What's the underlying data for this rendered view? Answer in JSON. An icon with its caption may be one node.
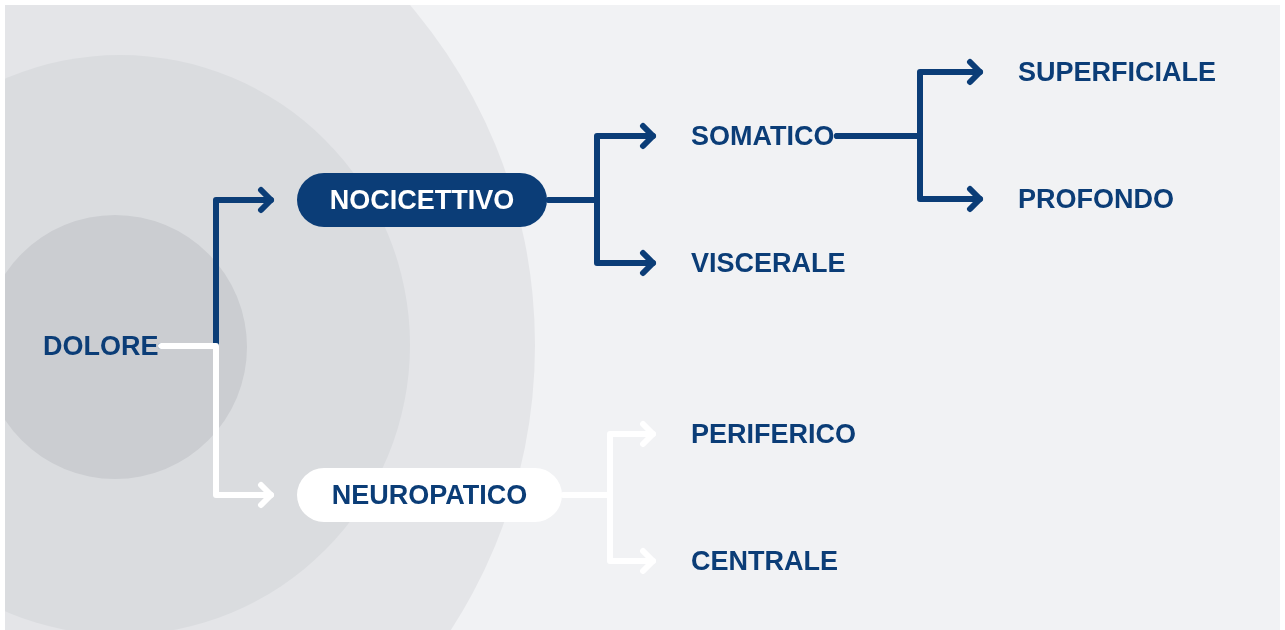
{
  "diagram": {
    "nodes": [
      {
        "text": [
          "DOLORE"
        ]
      },
      {
        "text": [
          "NOCICETTIVO"
        ]
      },
      {
        "text": [
          "NEUROPATICO"
        ]
      },
      {
        "text": [
          "SOMATICO"
        ]
      },
      {
        "text": [
          "VISCERALE"
        ]
      },
      {
        "text": [
          "SUPERFICIALE"
        ]
      },
      {
        "text": [
          "PROFONDO"
        ]
      },
      {
        "text": [
          "PERIFERICO"
        ]
      },
      {
        "text": [
          "CENTRALE"
        ]
      }
    ],
    "edges": [
      {
        "from": 0,
        "to": 1,
        "arrow": "to"
      },
      {
        "from": 0,
        "to": 2,
        "arrow": "to",
        "color": "#ffffff"
      },
      {
        "from": 1,
        "to": 3,
        "arrow": "to"
      },
      {
        "from": 1,
        "to": 4,
        "arrow": "to"
      },
      {
        "from": 3,
        "to": 5,
        "arrow": "to"
      },
      {
        "from": 3,
        "to": 6,
        "arrow": "to"
      },
      {
        "from": 2,
        "to": 7,
        "arrow": "to",
        "color": "#ffffff"
      },
      {
        "from": 2,
        "to": 8,
        "arrow": "to",
        "color": "#ffffff"
      }
    ]
  }
}
